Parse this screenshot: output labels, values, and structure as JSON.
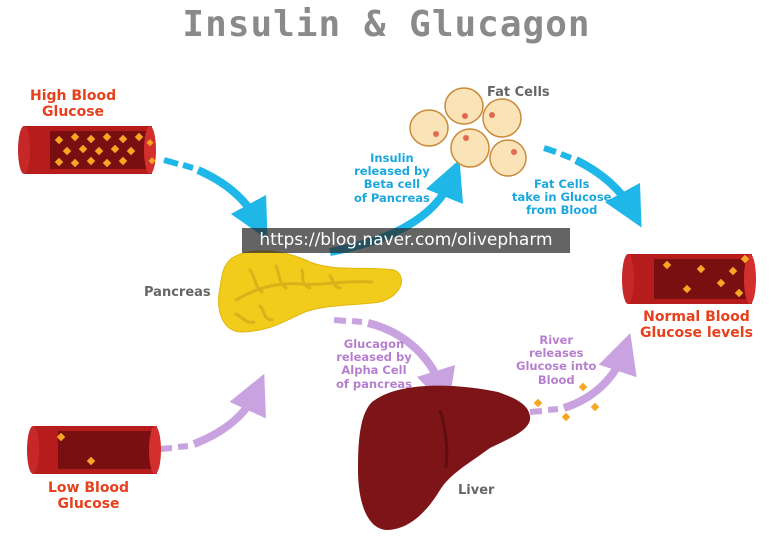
{
  "title": "Insulin & Glucagon",
  "labels": {
    "high_blood_glucose": [
      "High Blood",
      "Glucose"
    ],
    "fat_cells": "Fat Cells",
    "insulin_released": [
      "Insulin",
      "released by",
      "Beta cell",
      "of Pancreas"
    ],
    "fat_cells_take": [
      "Fat Cells",
      "take in Glucose",
      "from Blood"
    ],
    "pancreas": "Pancreas",
    "normal_blood_glucose": [
      "Normal Blood",
      "Glucose levels"
    ],
    "glucagon_released": [
      "Glucagon",
      "released by",
      "Alpha Cell",
      "of pancreas"
    ],
    "river_releases": [
      "River",
      "releases",
      "Glucose into",
      "Blood"
    ],
    "low_blood_glucose": [
      "Low Blood",
      "Glucose"
    ],
    "liver": "Liver"
  },
  "watermark": "https://blog.naver.com/olivepharm",
  "colors": {
    "insulin_arrow": "#1fb6e8",
    "glucagon_arrow": "#c9a3e0",
    "label_red": "#e8401c",
    "vessel_outer": "#b71c1c",
    "vessel_inner": "#7a0f12",
    "glucose": "#f5a623",
    "pancreas": "#f2cc1a",
    "liver": "#7d1418",
    "fat_cell": "#fbe3b8"
  },
  "icons": [
    "blood-vessel-icon",
    "fat-cell-icon",
    "pancreas-icon",
    "liver-icon",
    "glucose-dot-icon",
    "arrow-icon"
  ]
}
